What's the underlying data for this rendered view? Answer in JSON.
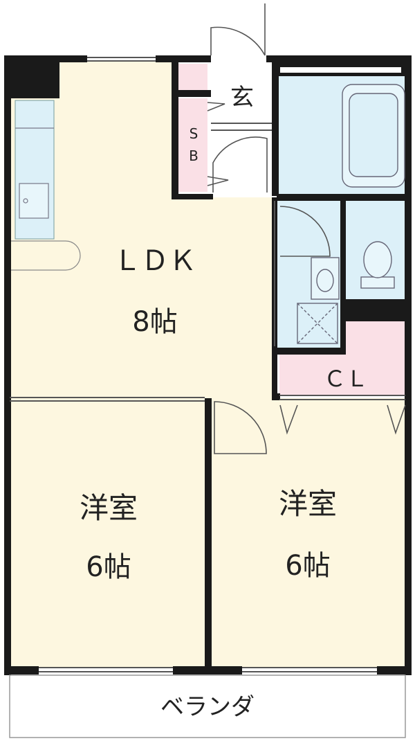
{
  "rooms": {
    "ldk": {
      "name": "ＬＤＫ",
      "size": "8帖"
    },
    "western_left": {
      "name": "洋室",
      "size": "6帖"
    },
    "western_right": {
      "name": "洋室",
      "size": "6帖"
    },
    "entrance": {
      "name": "玄"
    },
    "shoe_box": {
      "name_line1": "S",
      "name_line2": "B"
    },
    "closet": {
      "name": "ＣＬ"
    },
    "veranda": {
      "name": "ベランダ"
    }
  },
  "colors": {
    "room_floor": "#fdf7e0",
    "wet_area": "#dcf0f8",
    "storage": "#fae0e6",
    "wall": "#1a1a1a"
  }
}
